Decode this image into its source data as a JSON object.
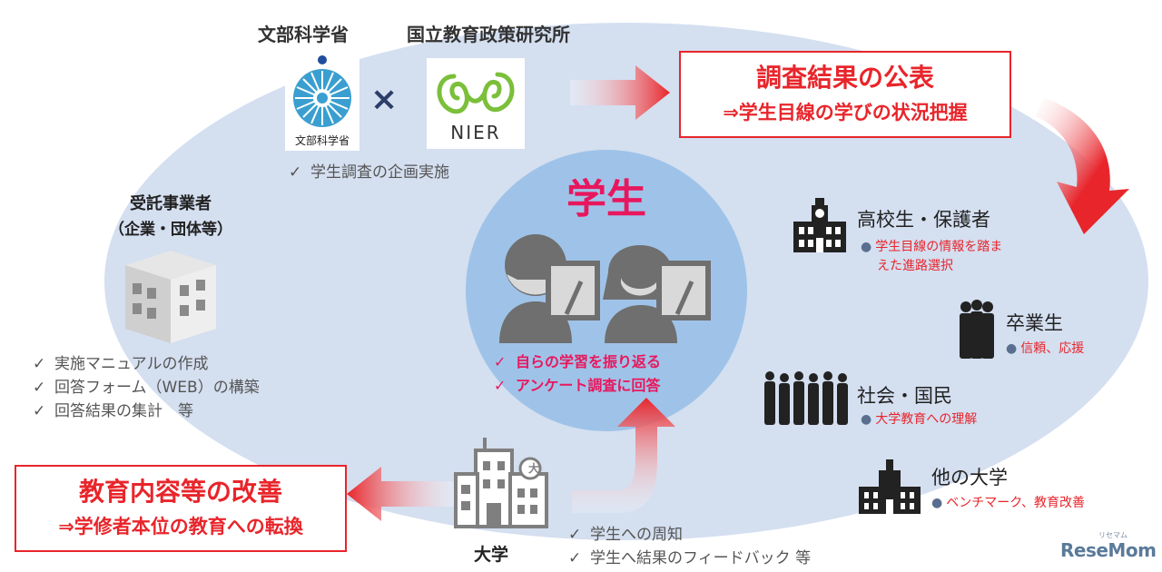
{
  "colors": {
    "ellipse": "#d4dff0",
    "student_circle": "#9fc3e8",
    "accent_red": "#e8252b",
    "accent_pink": "#e8175d",
    "nier_green": "#7bbf3a",
    "mext_blue": "#3a9fd0"
  },
  "top": {
    "mext_label": "文部科学省",
    "nier_label": "国立教育政策研究所",
    "mext_logo_caption": "文部科学省",
    "nier_logo_caption": "NIER",
    "times_symbol": "×",
    "planning_check": "✓",
    "planning_text": "学生調査の企画実施"
  },
  "publish_box": {
    "title": "調査結果の公表",
    "subtitle": "⇒学生目線の学びの状況把握"
  },
  "contractor": {
    "title": "受託事業者",
    "subtitle": "（企業・団体等）",
    "tasks": [
      {
        "check": "✓",
        "text": "実施マニュアルの作成"
      },
      {
        "check": "✓",
        "text": "回答フォーム（WEB）の構築"
      },
      {
        "check": "✓",
        "text": "回答結果の集計　等"
      }
    ]
  },
  "student": {
    "title": "学生",
    "actions": [
      {
        "check": "✓",
        "text": "自らの学習を振り返る"
      },
      {
        "check": "✓",
        "text": "アンケート調査に回答"
      }
    ]
  },
  "improve_box": {
    "title": "教育内容等の改善",
    "subtitle": "⇒学修者本位の教育への転換"
  },
  "university": {
    "label": "大学",
    "badge": "大",
    "tasks": [
      {
        "check": "✓",
        "text": "学生への周知"
      },
      {
        "check": "✓",
        "text": "学生へ結果のフィードバック 等"
      }
    ]
  },
  "stakeholders": [
    {
      "title": "高校生・保護者",
      "bullet": "●",
      "note_lines": [
        "学生目線の情報を踏ま",
        "えた進路選択"
      ]
    },
    {
      "title": "卒業生",
      "bullet": "●",
      "note_lines": [
        "信頼、応援"
      ]
    },
    {
      "title": "社会・国民",
      "bullet": "●",
      "note_lines": [
        "大学教育への理解"
      ]
    },
    {
      "title": "他の大学",
      "bullet": "●",
      "note_lines": [
        "ベンチマーク、教育改善"
      ]
    }
  ],
  "watermark": {
    "text": "ReseMom",
    "small": "リセマム"
  }
}
